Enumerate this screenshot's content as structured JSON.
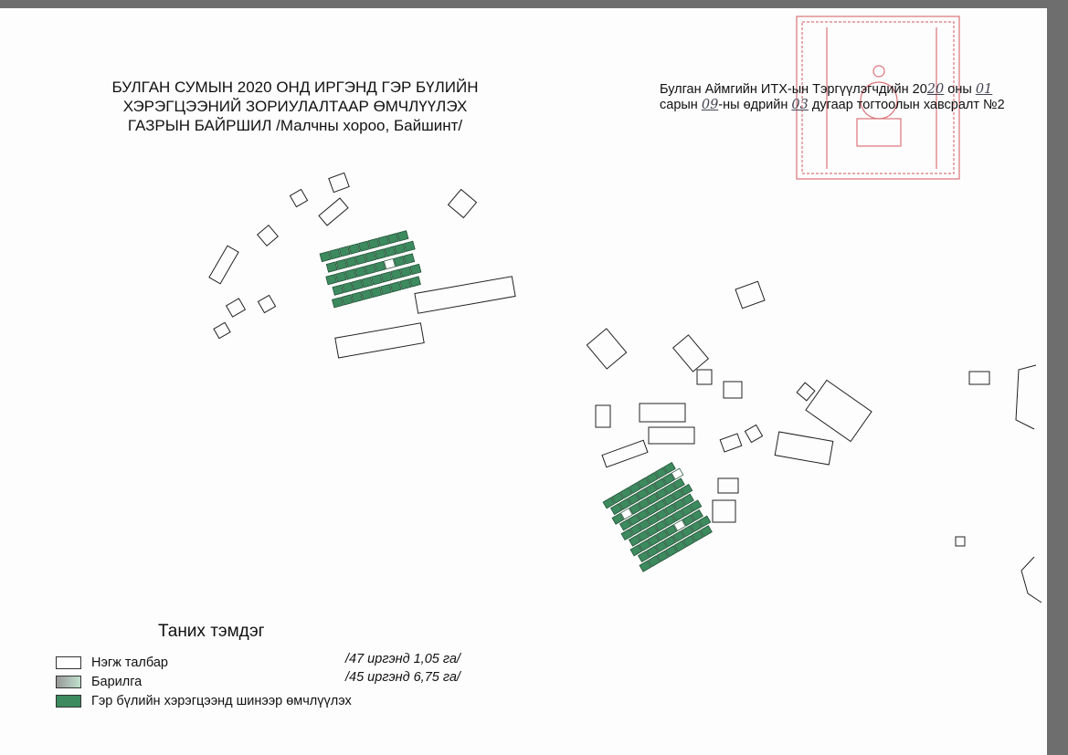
{
  "title": {
    "line1": "БУЛГАН СУМЫН 2020 ОНД ИРГЭНД ГЭР БҮЛИЙН",
    "line2": "ХЭРЭГЦЭЭНИЙ  ЗОРИУЛАЛТААР ӨМЧЛҮҮЛЭХ",
    "line3": "ГАЗРЫН БАЙРШИЛ  /Малчны хороо, Байшинт/"
  },
  "annex": {
    "part1": "Булган Аймгийн ИТХ-ын Тэргүүлэгчдийн 20",
    "year": "20",
    "part2": " оны ",
    "month": "01",
    "part3": "сарын ",
    "day": "09",
    "part4": "-ны өдрийн ",
    "number": "03",
    "part5": " дугаар тогтоолын хавсралт №2"
  },
  "legend": {
    "title": "Таних тэмдэг",
    "items": [
      {
        "label": "Нэгж талбар",
        "color": "#ffffff"
      },
      {
        "label": "Барилга",
        "color": "#a9c9b4"
      },
      {
        "label": "Гэр бүлийн хэрэгцээнд шинээр өмчлүүлэх",
        "color": "#3c8a5e"
      }
    ],
    "totals": [
      "/47 иргэнд 1,05 га/",
      "/45 иргэнд 6,75 га/"
    ]
  },
  "colors": {
    "green": "#3c8a5e",
    "stamp": "#d4535a"
  }
}
